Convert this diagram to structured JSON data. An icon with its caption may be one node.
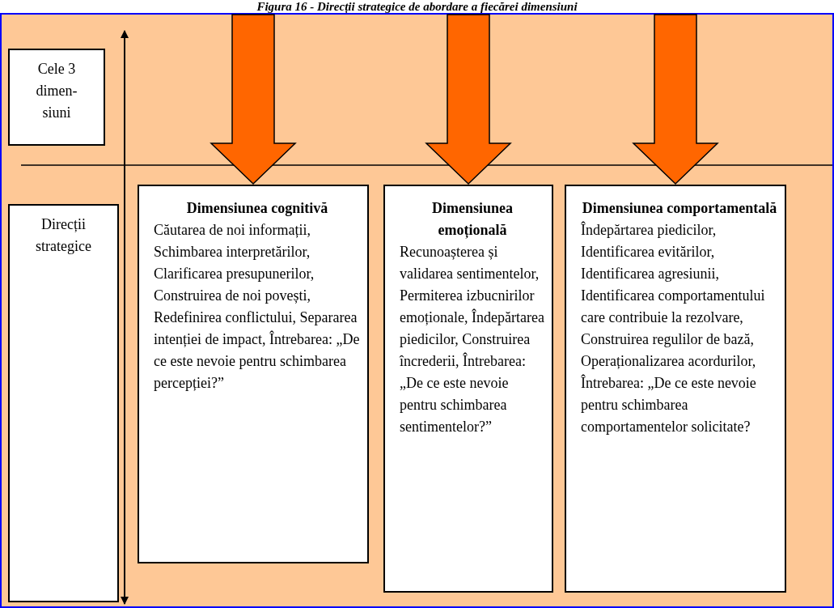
{
  "diagram": {
    "title": "Figura 16 - Direcții strategice de abordare a fiecărei dimensiuni",
    "nodes": [
      {
        "text": [
          "Cele 3 dimen-siuni"
        ]
      },
      {
        "text": [
          "Direcții strategice"
        ]
      },
      {
        "text": [
          "Dimensiunea cognitivă",
          "Căutarea de noi informații, Schimbarea interpretărilor, Clarificarea presupunerilor, Construirea de noi povești, Redefinirea conflictului, Separarea intenției de impact, Întrebarea: „De ce este nevoie pentru schimbarea percepției?”"
        ]
      },
      {
        "text": [
          "Dimensiunea emoțională",
          "Recunoașterea și validarea sentimentelor, Permiterea izbucnirilor emoționale, Îndepărtarea piedicilor, Construirea încrederii, Întrebarea: „De ce este nevoie pentru schimbarea sentimentelor?”"
        ]
      },
      {
        "text": [
          "Dimensiunea comportamentală",
          "Îndepărtarea piedicilor, Identificarea evitărilor, Identificarea agresiunii, Identificarea comportamentului care contribuie la rezolvare, Construirea regulilor de bază, Operaționalizarea acordurilor, Întrebarea: „De ce este nevoie pentru schimbarea comportamentelor solicitate?"
        ]
      }
    ],
    "edges": [
      {
        "from": null,
        "to": 2,
        "arrow": "to",
        "style": "thick",
        "color": "#ff6600"
      },
      {
        "from": null,
        "to": 3,
        "arrow": "to",
        "style": "thick",
        "color": "#ff6600"
      },
      {
        "from": null,
        "to": 4,
        "arrow": "to",
        "style": "thick",
        "color": "#ff6600"
      }
    ]
  }
}
